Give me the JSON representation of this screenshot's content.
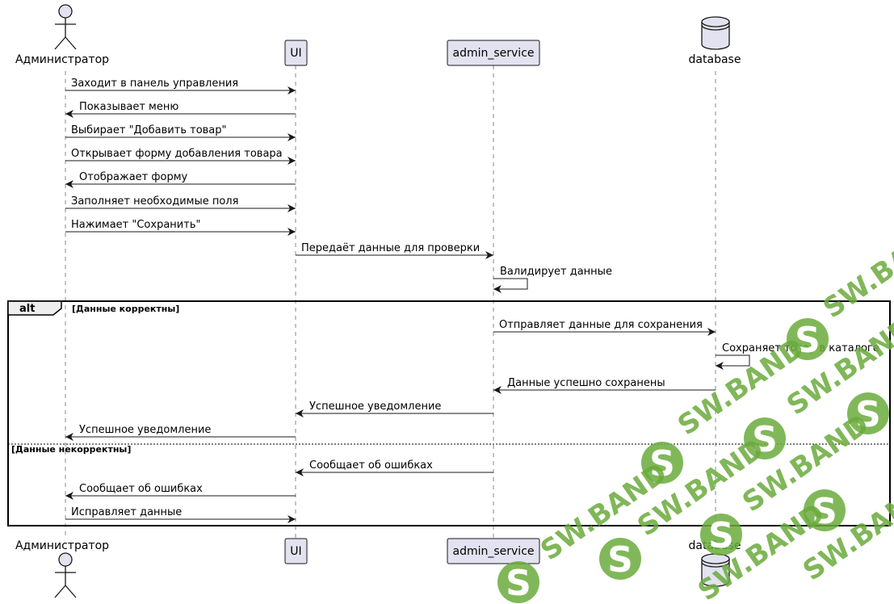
{
  "participants": [
    {
      "id": "admin",
      "label": "Администратор",
      "kind": "actor"
    },
    {
      "id": "ui",
      "label": "UI",
      "kind": "participant"
    },
    {
      "id": "svc",
      "label": "admin_service",
      "kind": "participant"
    },
    {
      "id": "db",
      "label": "database",
      "kind": "database"
    }
  ],
  "messages": [
    {
      "from": "admin",
      "to": "ui",
      "label": "Заходит в панель управления"
    },
    {
      "from": "ui",
      "to": "admin",
      "label": "Показывает меню"
    },
    {
      "from": "admin",
      "to": "ui",
      "label": "Выбирает \"Добавить товар\""
    },
    {
      "from": "admin",
      "to": "ui",
      "label": "Открывает форму добавления товара"
    },
    {
      "from": "ui",
      "to": "admin",
      "label": "Отображает форму"
    },
    {
      "from": "admin",
      "to": "ui",
      "label": "Заполняет необходимые поля"
    },
    {
      "from": "admin",
      "to": "ui",
      "label": "Нажимает \"Сохранить\""
    },
    {
      "from": "ui",
      "to": "svc",
      "label": "Передаёт данные для проверки"
    },
    {
      "from": "svc",
      "to": "svc",
      "label": "Валидирует данные"
    },
    {
      "from": "svc",
      "to": "db",
      "label": "Отправляет данные для сохранения"
    },
    {
      "from": "db",
      "to": "db",
      "label": "Сохраняет товар в каталоге"
    },
    {
      "from": "db",
      "to": "svc",
      "label": "Данные успешно сохранены"
    },
    {
      "from": "svc",
      "to": "ui",
      "label": "Успешное уведомление"
    },
    {
      "from": "ui",
      "to": "admin",
      "label": "Успешное уведомление"
    },
    {
      "from": "svc",
      "to": "ui",
      "label": "Сообщает об ошибках"
    },
    {
      "from": "ui",
      "to": "admin",
      "label": "Сообщает об ошибках"
    },
    {
      "from": "admin",
      "to": "ui",
      "label": "Исправляет данные"
    }
  ],
  "alt_block": {
    "keyword": "alt",
    "guard_1": "[Данные корректны]",
    "guard_2": "[Данные некорректны]"
  },
  "watermark": {
    "text": "SW.BAND",
    "logo_letter": "S"
  }
}
